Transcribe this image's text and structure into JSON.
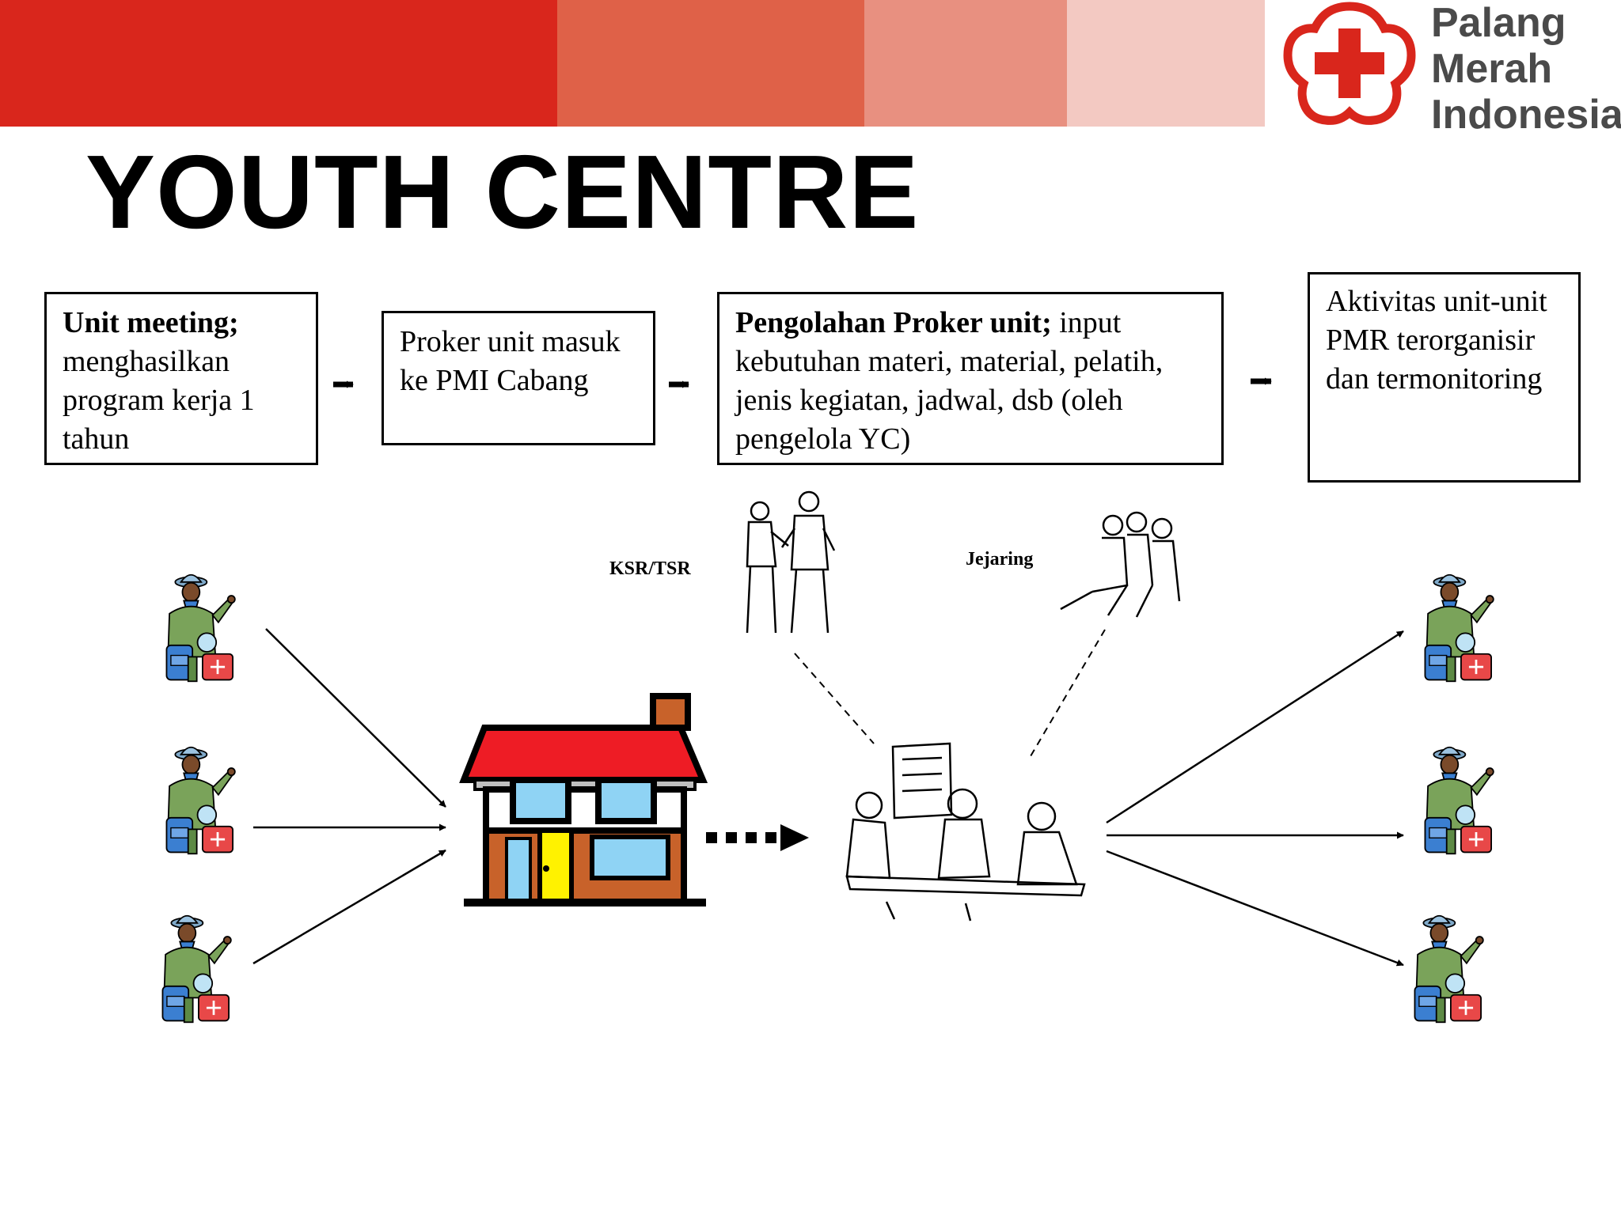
{
  "title": "YOUTH CENTRE",
  "logo": {
    "line1": "Palang",
    "line2": "Merah",
    "line3": "Indonesia"
  },
  "boxes": {
    "b1": {
      "bold": "Unit meeting;",
      "text": " menghasilkan program kerja 1 tahun"
    },
    "b2": {
      "text": "Proker unit masuk ke PMI Cabang"
    },
    "b3": {
      "bold": "Pengolahan Proker unit;",
      "text": " input kebutuhan materi, material, pelatih, jenis kegiatan, jadwal, dsb (oleh pengelola YC)"
    },
    "b4": {
      "text": "Aktivitas unit-unit PMR terorganisir dan termonitoring"
    }
  },
  "labels": {
    "ksr": "KSR/TSR",
    "jejaring": "Jejaring"
  },
  "colors": {
    "brand_red": "#d9261c",
    "roof_red": "#ee1c25",
    "door_yellow": "#fff200",
    "window_blue": "#8fd3f4",
    "brick": "#c8622a"
  },
  "icons": [
    "volunteer-icon",
    "youth-centre-house-icon",
    "meeting-group-icon",
    "ksr-tsr-people-icon",
    "network-people-icon",
    "red-cross-logo-icon"
  ]
}
